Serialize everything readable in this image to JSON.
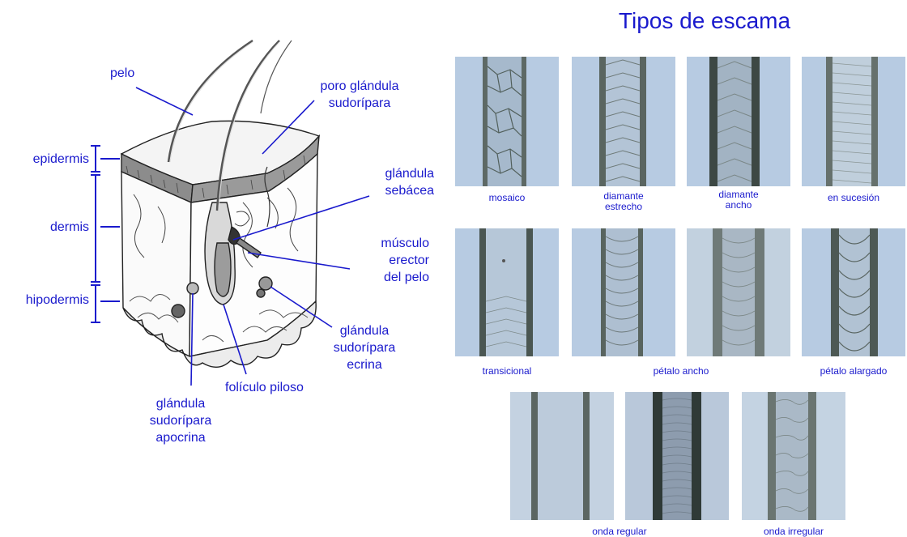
{
  "diagram": {
    "labels": {
      "pelo": "pelo",
      "poro": "poro glándula\nsudorípara",
      "epidermis": "epidermis",
      "sebacea": "glándula\nsebácea",
      "dermis": "dermis",
      "musculo": "músculo\nerector\ndel pelo",
      "hipodermis": "hipodermis",
      "ecrina": "glándula\nsudorípara\necrina",
      "foliculo": "folículo piloso",
      "apocrina": "glándula\nsudorípara\napocrina"
    }
  },
  "scales": {
    "title": "Tipos de escama",
    "captions": {
      "mosaico": "mosaico",
      "diamante_estrecho": "diamante\nestrecho",
      "diamante_ancho": "diamante\nancho",
      "sucesion": "en sucesión",
      "transicional": "transicional",
      "petalo_ancho": "pétalo ancho",
      "petalo_alargado": "pétalo alargado",
      "onda_regular": "onda regular",
      "onda_irregular": "onda irregular"
    }
  },
  "colors": {
    "label": "#1a1acd",
    "photo_bg": "#b7cbe2",
    "hair_dark": "#3f4a44"
  }
}
